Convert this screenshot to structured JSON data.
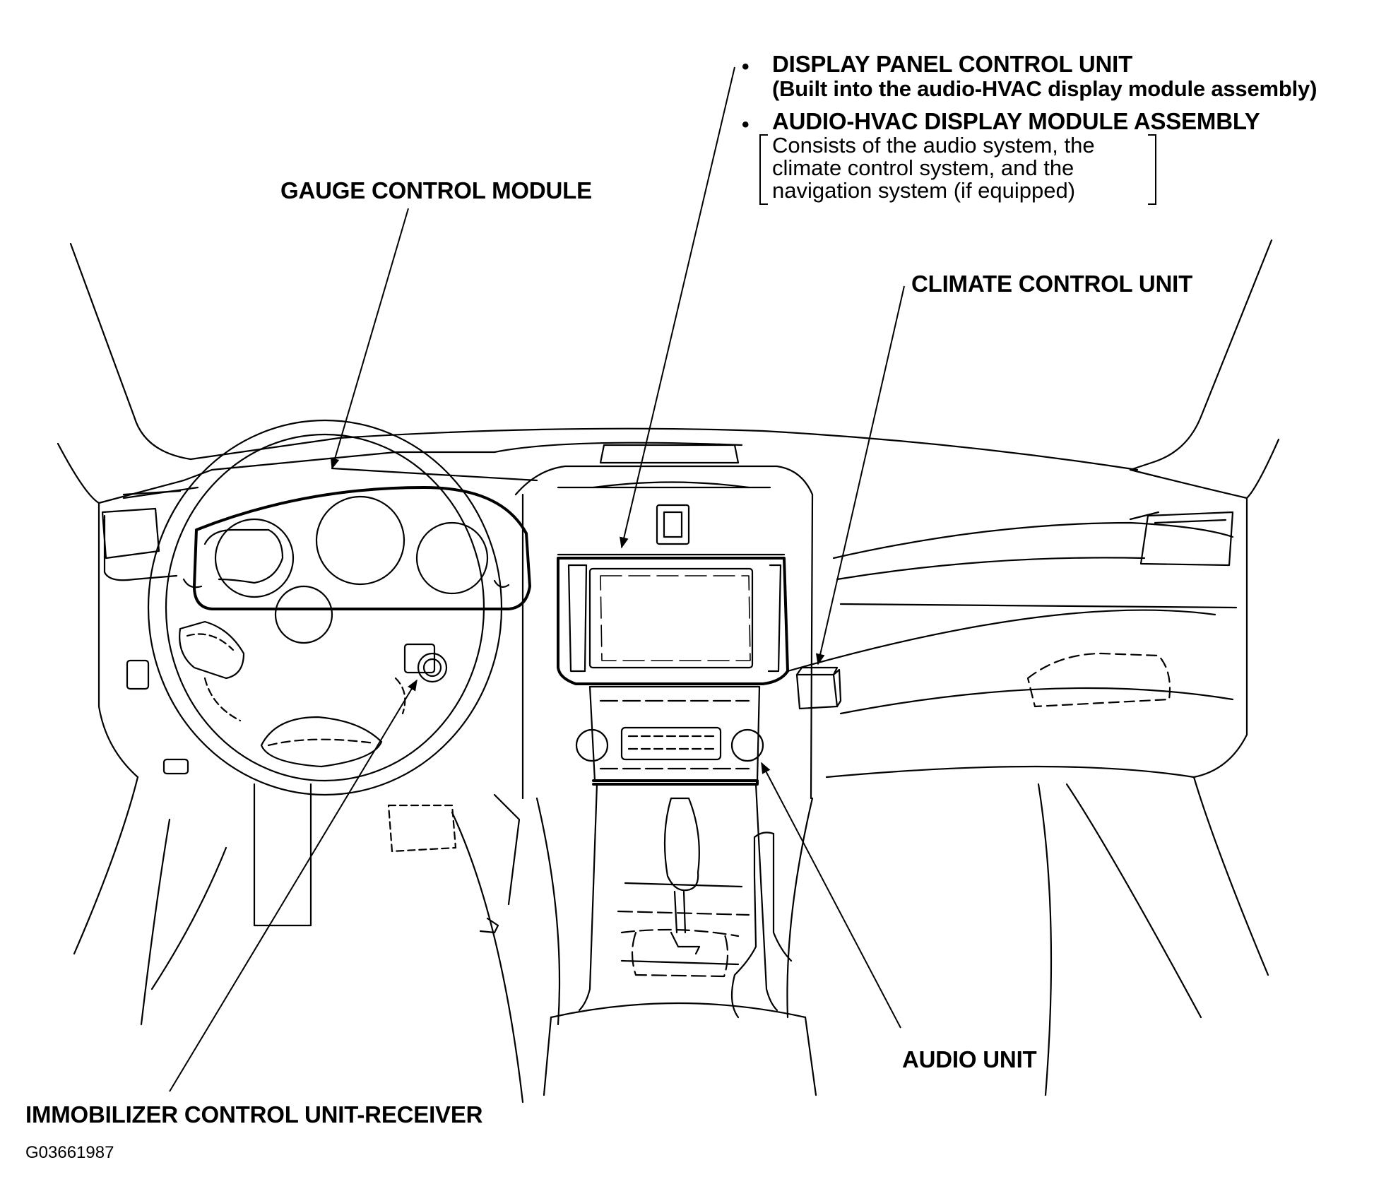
{
  "labels": {
    "display_panel": "DISPLAY PANEL CONTROL UNIT",
    "display_panel_note": "(Built into the audio-HVAC display module assembly)",
    "audio_hvac": "AUDIO-HVAC DISPLAY MODULE ASSEMBLY",
    "audio_hvac_note": [
      "Consists of the audio system, the",
      "climate control system, and the",
      "navigation system (if equipped)"
    ],
    "gauge": "GAUGE CONTROL MODULE",
    "climate": "CLIMATE CONTROL UNIT",
    "audio": "AUDIO UNIT",
    "immobilizer": "IMMOBILIZER CONTROL UNIT-RECEIVER"
  },
  "figure_code": "G03661987",
  "bullet_glyph": "•"
}
